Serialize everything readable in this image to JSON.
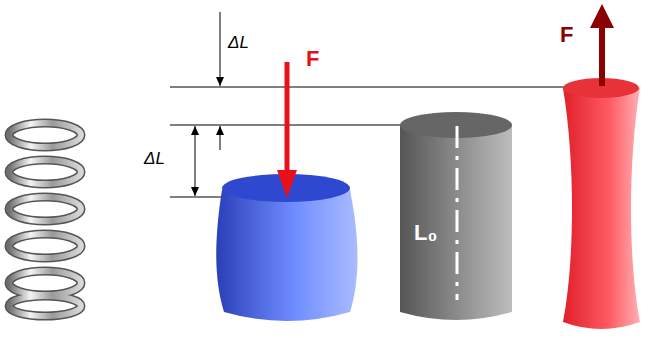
{
  "diagram": {
    "labels": [
      "ΔL",
      "F",
      "F",
      "ΔL",
      "L₀"
    ]
  }
}
